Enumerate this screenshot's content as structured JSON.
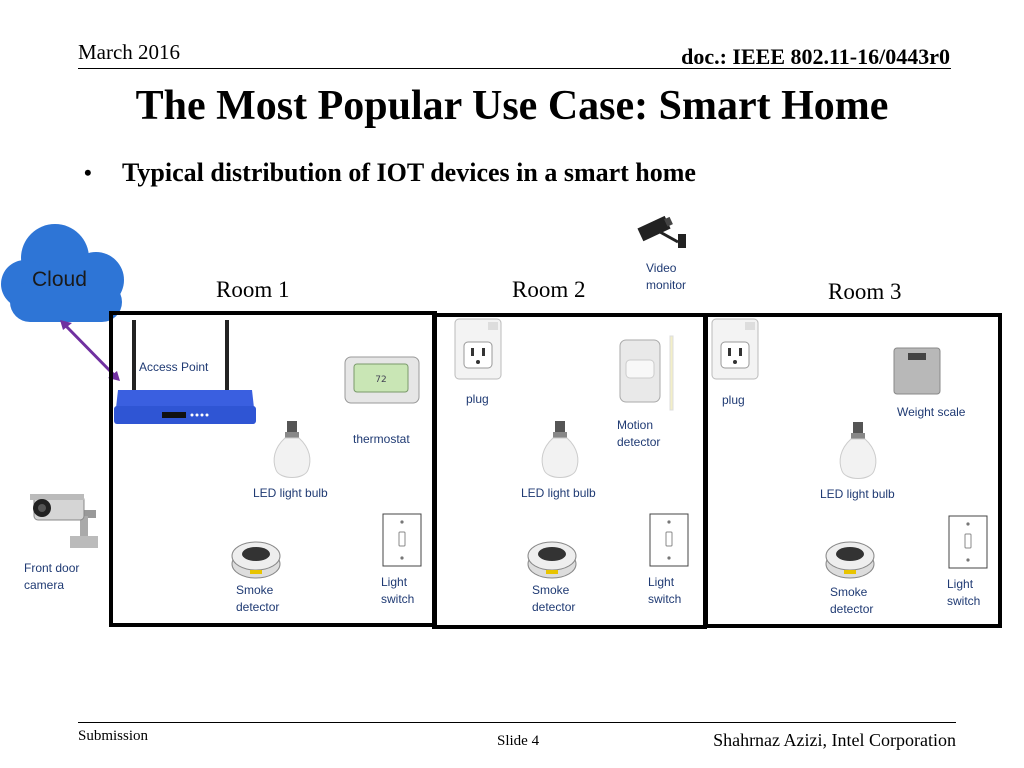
{
  "header": {
    "date": "March  2016",
    "doc": "doc.: IEEE 802.11-16/0443r0"
  },
  "title": "The Most Popular Use Case: Smart Home",
  "bullet": {
    "marker": "•",
    "text": "Typical distribution of  IOT devices in a smart home"
  },
  "cloud": {
    "label": "Cloud"
  },
  "rooms": [
    {
      "label": "Room 1"
    },
    {
      "label": "Room 2"
    },
    {
      "label": "Room 3"
    }
  ],
  "devices": {
    "video_monitor": "Video\nmonitor",
    "access_point": "Access Point",
    "thermostat": "thermostat",
    "front_door_camera": "Front door\ncamera",
    "room1_bulb": "LED light bulb",
    "room1_smoke": "Smoke\ndetector",
    "room1_switch": "Light\nswitch",
    "room2_plug": "plug",
    "room2_motion": "Motion\ndetector",
    "room2_bulb": "LED light bulb",
    "room2_smoke": "Smoke\ndetector",
    "room2_switch": "Light\nswitch",
    "room3_plug": "plug",
    "room3_scale": "Weight scale",
    "room3_bulb": "LED light bulb",
    "room3_smoke": "Smoke\ndetector",
    "room3_switch": "Light\nswitch"
  },
  "footer": {
    "left": "Submission",
    "slide": "Slide 4",
    "author": "Shahrnaz Azizi, Intel Corporation"
  },
  "colors": {
    "cloud": "#2e75d6",
    "router": "#2f55d4",
    "caption": "#1f3a73",
    "link_arrow": "#7030a0"
  }
}
